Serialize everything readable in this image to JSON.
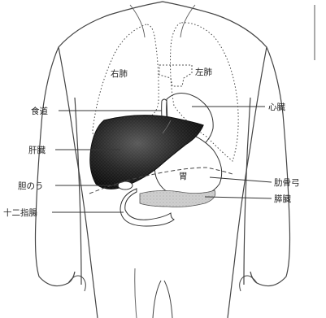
{
  "labels": {
    "right_lung": "右肺",
    "left_lung": "左肺",
    "esophagus": "食道",
    "heart": "心臓",
    "liver": "肝臓",
    "gallbladder": "胆のう",
    "stomach": "胃",
    "costal_arch": "肋骨弓",
    "pancreas": "膵臓",
    "duodenum": "十二指腸"
  },
  "colors": {
    "line": "#333333",
    "liver": "#1a1a1a",
    "pancreas": "#cfcfcf",
    "background": "#ffffff"
  }
}
